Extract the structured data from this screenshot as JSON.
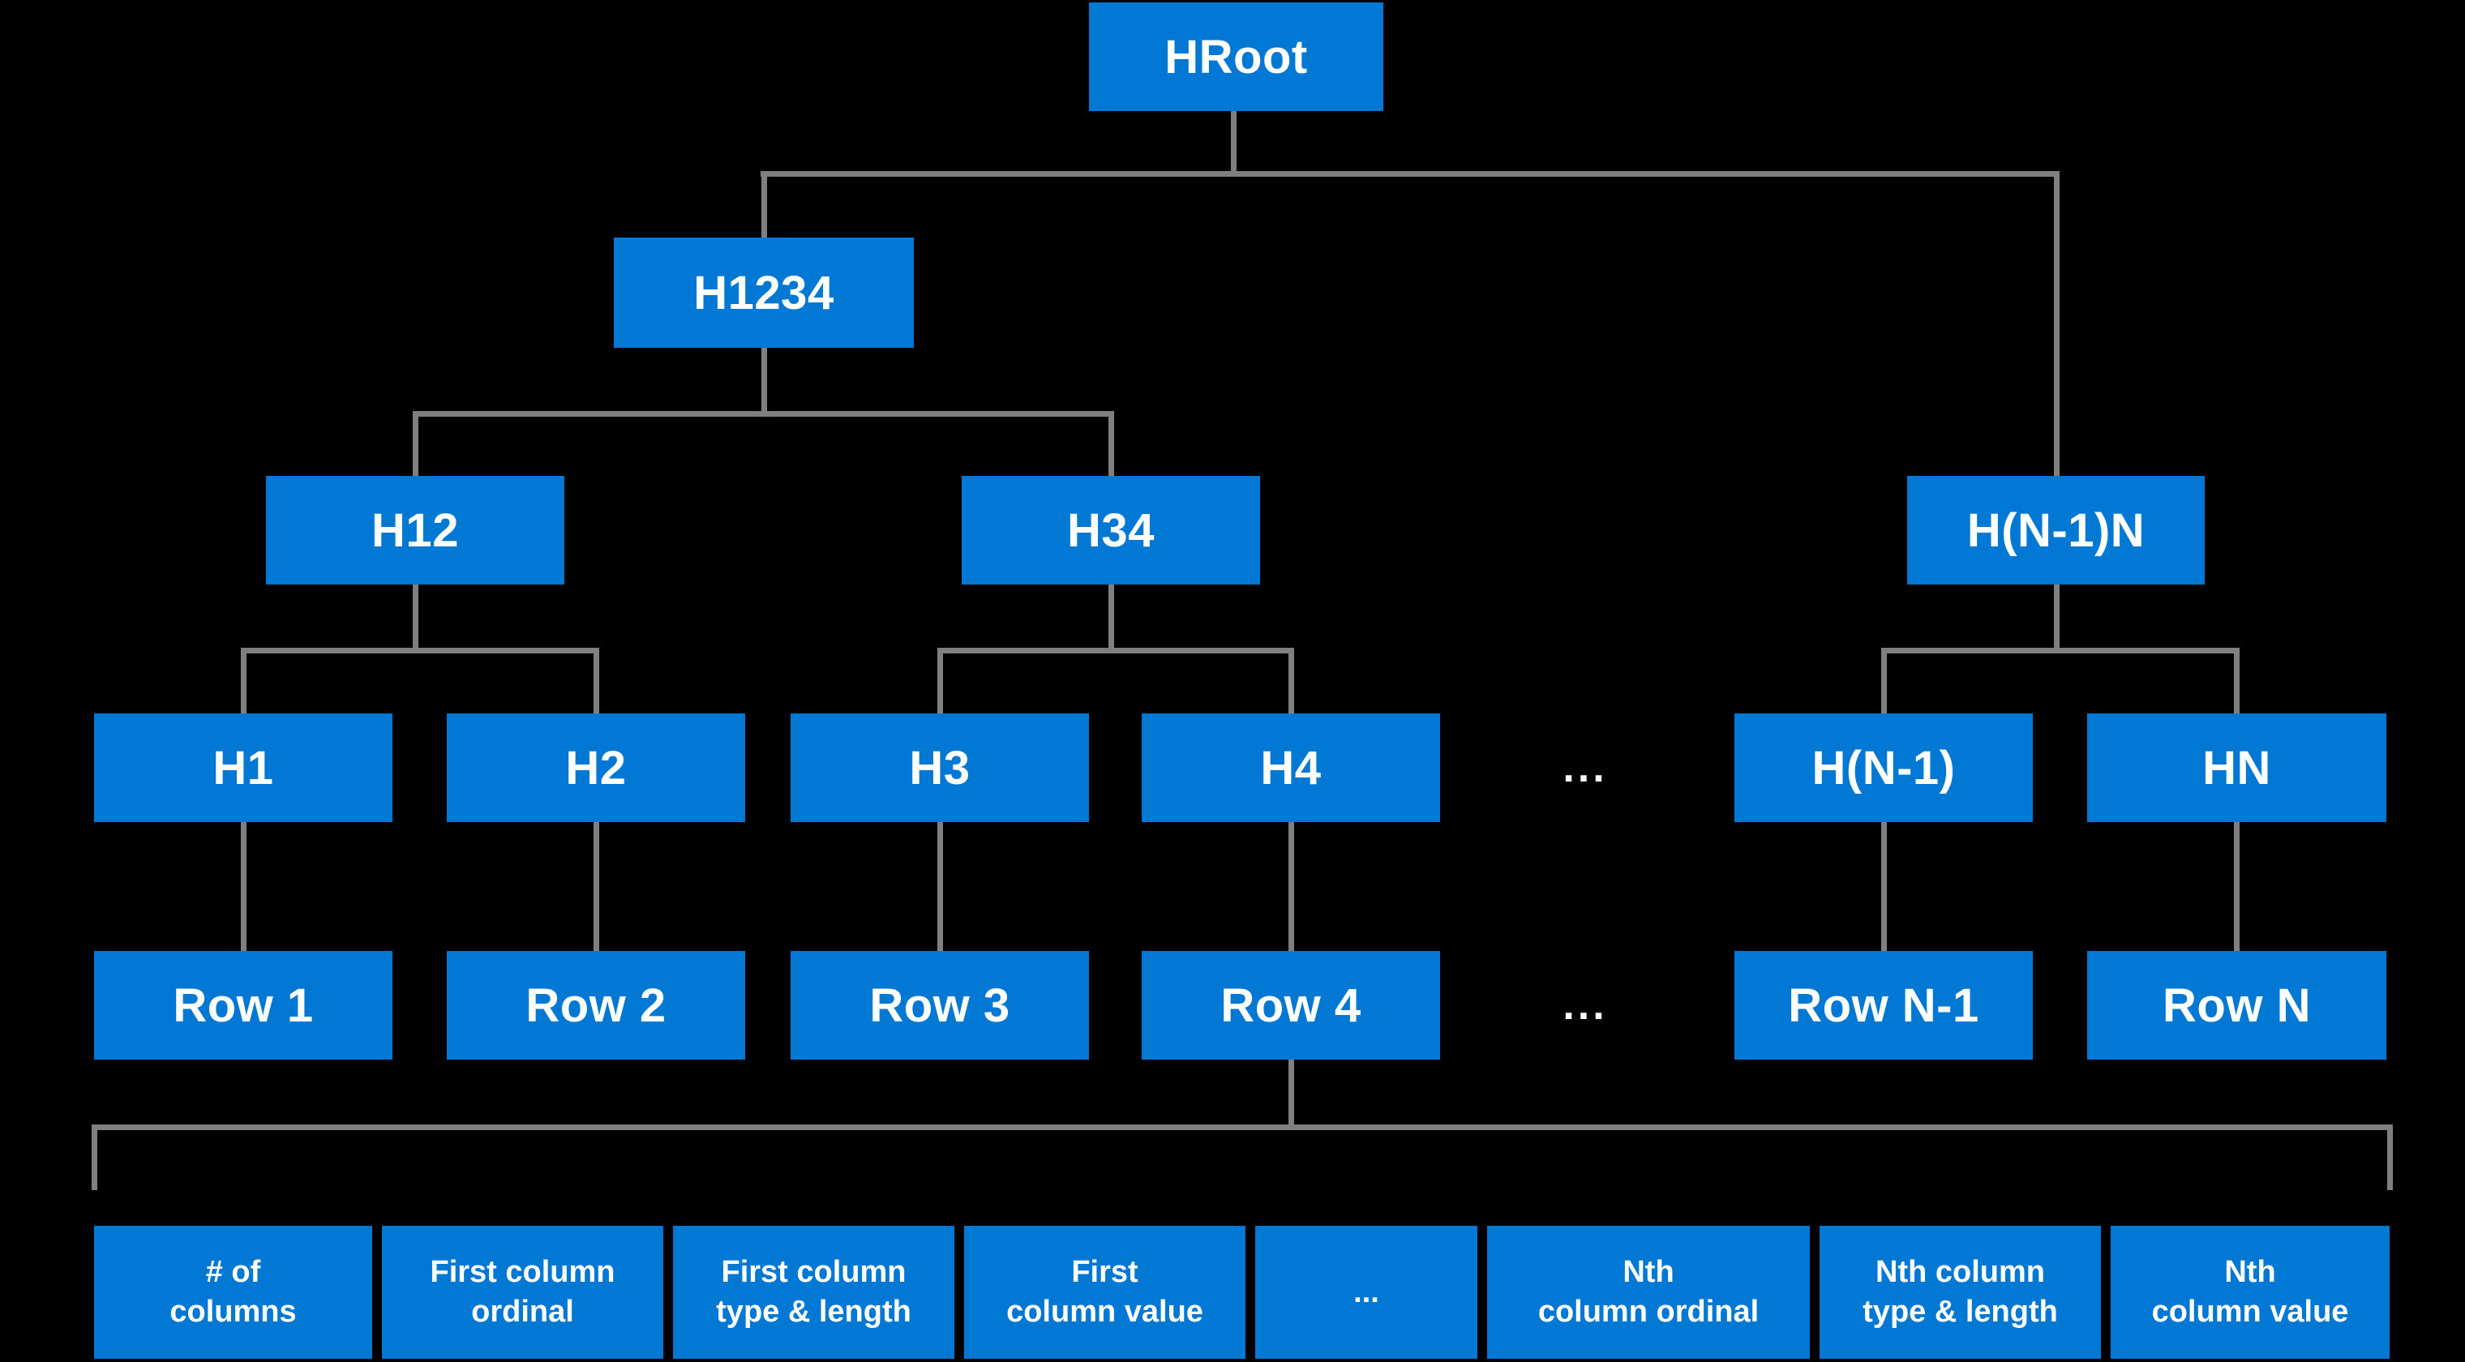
{
  "diagram": {
    "description": "Hash tree over table rows",
    "colors": {
      "node": "#0078D4",
      "line": "#7F7F7F",
      "label": "#FFFFFF",
      "background": "#000000"
    },
    "nodes": {
      "hroot": "HRoot",
      "h1234": "H1234",
      "h12": "H12",
      "h34": "H34",
      "hn1n": "H(N-1)N",
      "h1": "H1",
      "h2": "H2",
      "h3": "H3",
      "h4": "H4",
      "level4_ellipsis": "...",
      "hn1": "H(N-1)",
      "hn": "HN",
      "row1": "Row 1",
      "row2": "Row 2",
      "row3": "Row 3",
      "row4": "Row 4",
      "rows_ellipsis": "...",
      "rowN1": "Row N-1",
      "rowN": "Row N"
    },
    "row_fields": [
      {
        "line1": "# of",
        "line2": "columns"
      },
      {
        "line1": "First column",
        "line2": "ordinal"
      },
      {
        "line1": "First column",
        "line2": "type & length"
      },
      {
        "line1": "First",
        "line2": "column value"
      },
      {
        "line1": "...",
        "line2": ""
      },
      {
        "line1": "Nth",
        "line2": "column ordinal"
      },
      {
        "line1": "Nth column",
        "line2": "type & length"
      },
      {
        "line1": "Nth",
        "line2": "column value"
      }
    ]
  }
}
